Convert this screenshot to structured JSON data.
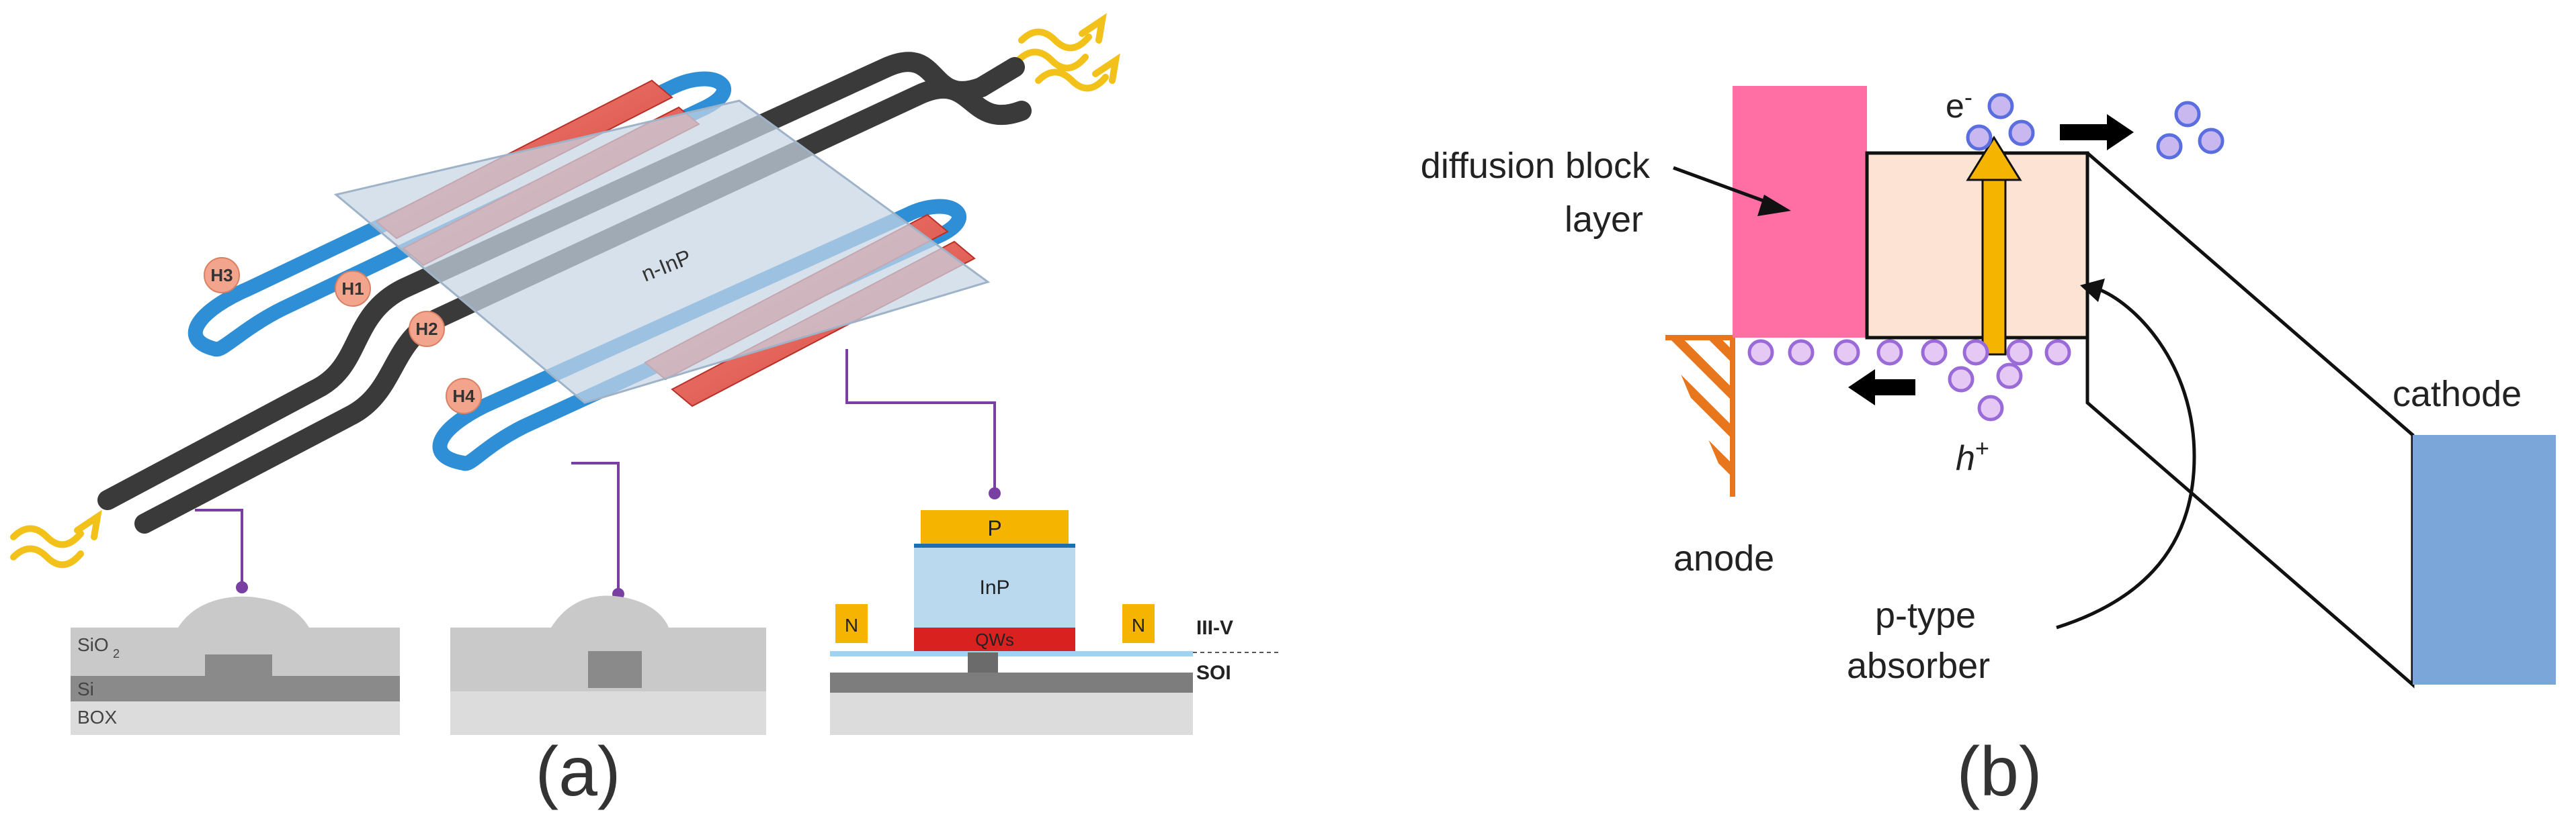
{
  "panel_a": {
    "caption": "(a)",
    "waveguide_labels": [
      "H3",
      "H1",
      "H2",
      "H4"
    ],
    "plate_label": "n-InP",
    "cross_section_1": {
      "labels": [
        "SiO",
        "2",
        "Si",
        "BOX"
      ]
    },
    "cross_section_3": {
      "p_contact": "P",
      "inp_layer": "InP",
      "qw_layer": "QWs",
      "n_contact_left": "N",
      "n_contact_right": "N",
      "iii_v_label": "III-V",
      "soi_label": "SOI"
    }
  },
  "panel_b": {
    "caption": "(b)",
    "diffusion_block_label_line1": "diffusion block",
    "diffusion_block_label_line2": "layer",
    "electron_label": "e",
    "electron_sup": "-",
    "hole_label": "h",
    "hole_sup": "+",
    "anode_label": "anode",
    "cathode_label": "cathode",
    "absorber_label_line1": "p-type",
    "absorber_label_line2": "absorber"
  },
  "colors": {
    "red_strip": "#e2554c",
    "blue_waveguide": "#2f8fd6",
    "dark_waveguide": "#3a3a3a",
    "plate": "#c7d5e4",
    "label_bubble": "#f2a48c",
    "pink_block": "#ff6fa3",
    "absorber": "#fde3d4",
    "arrow_yellow": "#f5b400",
    "cathode": "#7aa6d9",
    "anode_hatch": "#e8761c",
    "carrier": "#c9b7f0",
    "contact_gold": "#f4b400",
    "inp_blue": "#bad9ef",
    "qw_red": "#d9221f"
  }
}
